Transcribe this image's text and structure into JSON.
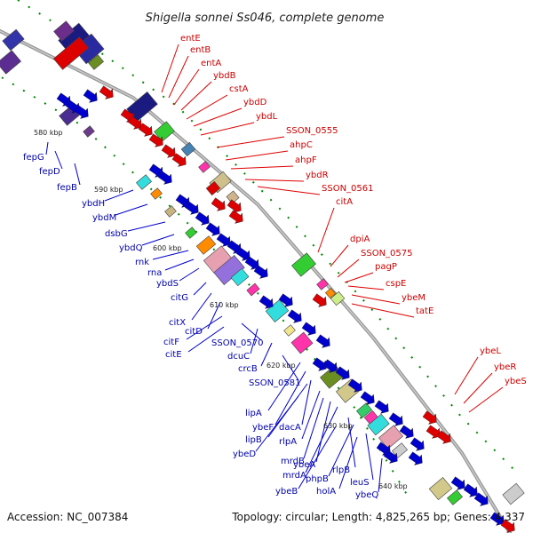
{
  "title": "Shigella sonnei Ss046, complete genome",
  "footer": {
    "accession": "Accession: NC_007384",
    "stats": "Topology: circular; Length: 4,825,265 bp; Genes: 4,337"
  },
  "colors": {
    "forward": "#dd0000",
    "reverse": "#0000cc",
    "backbone": "#999999",
    "guide": "#008800"
  },
  "ticks": [
    "580 kbp",
    "590 kbp",
    "600 kbp",
    "610 kbp",
    "620 kbp",
    "630 kbp",
    "640 kbp"
  ],
  "forward_genes": [
    "entE",
    "entB",
    "entA",
    "ybdB",
    "cstA",
    "ybdD",
    "ybdL",
    "SSON_0555",
    "ahpC",
    "ahpF",
    "ybdR",
    "SSON_0561",
    "citA",
    "dpiA",
    "SSON_0575",
    "pagP",
    "cspE",
    "ybeM",
    "tatE",
    "ybeL",
    "ybeR",
    "ybeS"
  ],
  "reverse_genes": [
    "fepG",
    "fepD",
    "fepB",
    "ybdH",
    "ybdM",
    "dsbG",
    "ybdQ",
    "rnk",
    "rna",
    "ybdS",
    "citG",
    "citX",
    "citD",
    "citF",
    "SSON_0570",
    "citE",
    "dcuC",
    "crcB",
    "SSON_0581",
    "lipA",
    "ybeF",
    "dacA",
    "lipB",
    "rlpA",
    "ybeD",
    "mrdB",
    "ybeA",
    "mrdA",
    "rlpB",
    "phpB",
    "leuS",
    "ybeB",
    "holA",
    "ybeQ"
  ]
}
